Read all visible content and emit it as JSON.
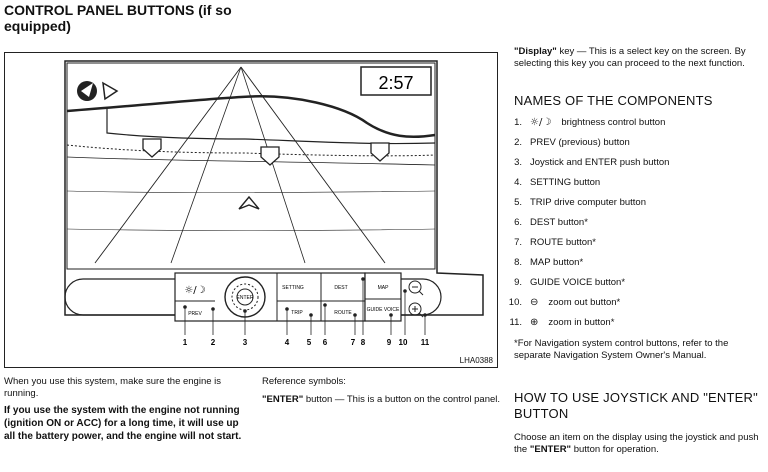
{
  "title": "CONTROL PANEL BUTTONS (if so equipped)",
  "figure": {
    "clock": "2:57",
    "code": "LHA0388",
    "buttons": {
      "brightness": "☼/☽",
      "prev": "PREV",
      "enter": "ENTER",
      "setting": "SETTING",
      "trip": "TRIP",
      "dest": "DEST",
      "route": "ROUTE",
      "map": "MAP",
      "guide_voice": "GUIDE VOICE"
    },
    "callouts": [
      "1",
      "2",
      "3",
      "4",
      "5",
      "6",
      "7",
      "8",
      "9",
      "10",
      "11"
    ]
  },
  "lower_left": {
    "intro": "When you use this system, make sure the engine is running.",
    "warning": "If you use the system with the engine not running (ignition ON or ACC) for a long time, it will use up all the battery power, and the engine will not start."
  },
  "lower_mid": {
    "ref_title": "Reference symbols:",
    "enter_bold": "\"ENTER\"",
    "enter_rest": " button — This is a button on the control panel."
  },
  "right": {
    "display_bold": "\"Display\"",
    "display_rest": " key — This is a select key on the screen. By selecting this key you can proceed to the next function.",
    "names_heading": "NAMES OF THE COMPONENTS",
    "components": [
      {
        "n": "1.",
        "icon": "☼/☽",
        "label": "brightness control button"
      },
      {
        "n": "2.",
        "icon": "",
        "label": "PREV (previous) button"
      },
      {
        "n": "3.",
        "icon": "",
        "label": "Joystick and ENTER push button"
      },
      {
        "n": "4.",
        "icon": "",
        "label": "SETTING button"
      },
      {
        "n": "5.",
        "icon": "",
        "label": "TRIP drive computer button"
      },
      {
        "n": "6.",
        "icon": "",
        "label": "DEST button*"
      },
      {
        "n": "7.",
        "icon": "",
        "label": "ROUTE button*"
      },
      {
        "n": "8.",
        "icon": "",
        "label": "MAP button*"
      },
      {
        "n": "9.",
        "icon": "",
        "label": "GUIDE VOICE button*"
      },
      {
        "n": "10.",
        "icon": "⊖",
        "label": "zoom out button*"
      },
      {
        "n": "11.",
        "icon": "⊕",
        "label": "zoom in button*"
      }
    ],
    "footnote": "*For Navigation system control buttons, refer to the separate Navigation System Owner's Manual.",
    "howto_heading": "HOW TO USE JOYSTICK AND \"ENTER\" BUTTON",
    "howto_pre": "Choose an item on the display using the joystick and push the ",
    "howto_bold": "\"ENTER\"",
    "howto_post": " button for operation."
  }
}
